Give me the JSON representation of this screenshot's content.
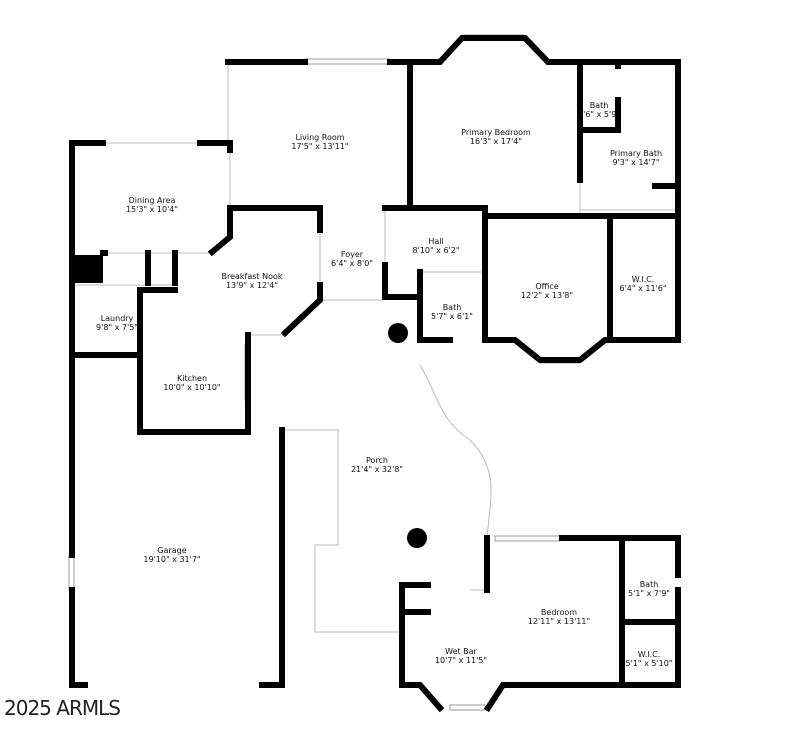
{
  "rooms": [
    {
      "name": "Living Room",
      "dims": "17'5\" x 13'11\""
    },
    {
      "name": "Primary Bedroom",
      "dims": "16'3\" x 17'4\""
    },
    {
      "name": "Bath",
      "dims": "8'6\" x 5'9\""
    },
    {
      "name": "Primary Bath",
      "dims": "9'3\" x 14'7\""
    },
    {
      "name": "Dining Area",
      "dims": "15'3\" x 10'4\""
    },
    {
      "name": "Foyer",
      "dims": "6'4\" x 8'0\""
    },
    {
      "name": "Hall",
      "dims": "8'10\" x 6'2\""
    },
    {
      "name": "Breakfast Nook",
      "dims": "13'9\" x 12'4\""
    },
    {
      "name": "Office",
      "dims": "12'2\" x 13'8\""
    },
    {
      "name": "W.I.C.",
      "dims": "6'4\" x 11'6\""
    },
    {
      "name": "Bath",
      "dims": "5'7\" x 6'1\""
    },
    {
      "name": "Laundry",
      "dims": "9'8\" x 7'5\""
    },
    {
      "name": "Kitchen",
      "dims": "10'0\" x 10'10\""
    },
    {
      "name": "Porch",
      "dims": "21'4\" x 32'8\""
    },
    {
      "name": "Garage",
      "dims": "19'10\" x 31'7\""
    },
    {
      "name": "Bath",
      "dims": "5'1\" x 7'9\""
    },
    {
      "name": "Bedroom",
      "dims": "12'11\" x 13'11\""
    },
    {
      "name": "Wet Bar",
      "dims": "10'7\" x 11'5\""
    },
    {
      "name": "W.I.C.",
      "dims": "5'1\" x 5'10\""
    }
  ],
  "watermark": "2025 ARMLS"
}
